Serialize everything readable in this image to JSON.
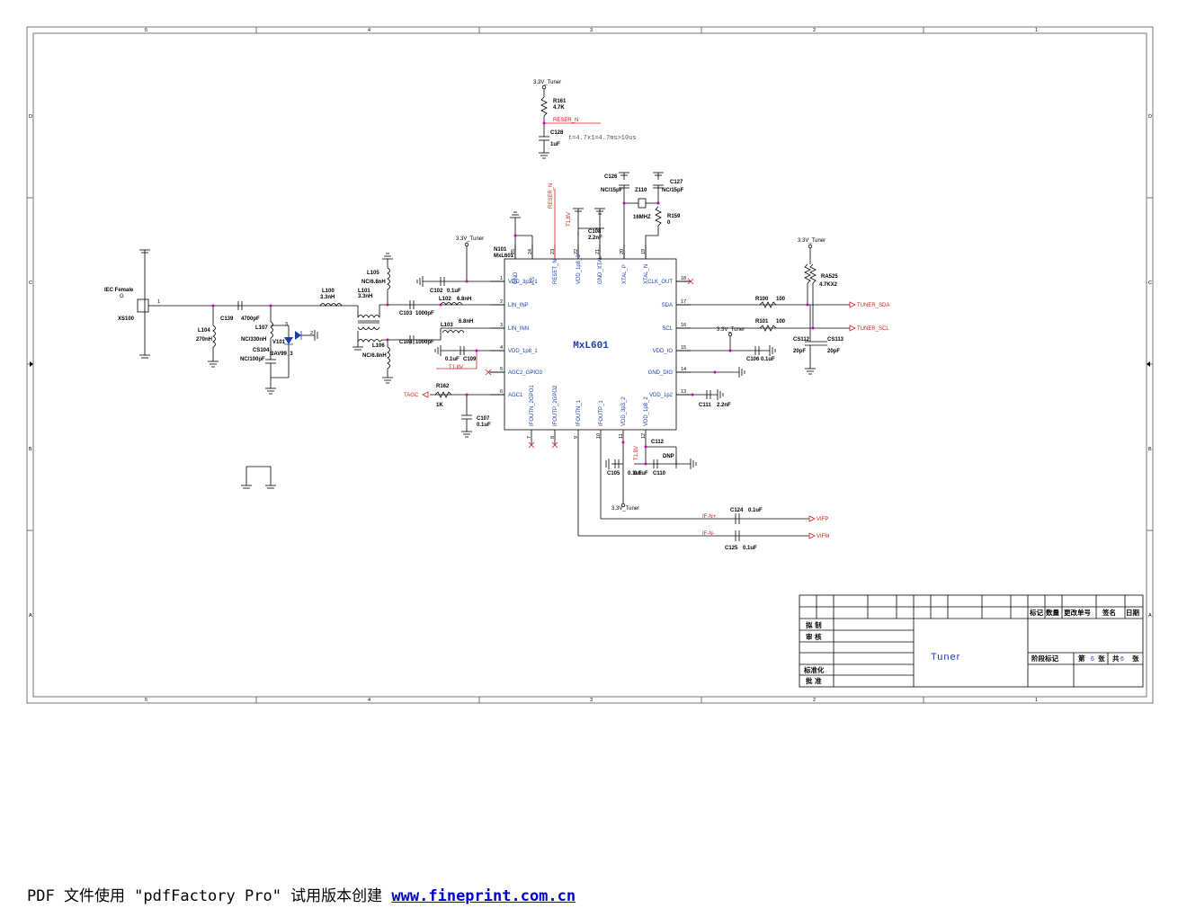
{
  "schematic": {
    "chip": {
      "name": "MxL601",
      "ref": "N101",
      "part": "MxL601"
    },
    "left_pins": [
      {
        "num": "1",
        "name": "VDD_3p3_1"
      },
      {
        "num": "2",
        "name": "LIN_INP"
      },
      {
        "num": "3",
        "name": "LIN_INN"
      },
      {
        "num": "4",
        "name": "VDD_1p8_1"
      },
      {
        "num": "5",
        "name": "AGC2_GPIO3"
      },
      {
        "num": "6",
        "name": "AGC1"
      }
    ],
    "right_pins": [
      {
        "num": "18",
        "name": "CLK_OUT"
      },
      {
        "num": "17",
        "name": "SDA"
      },
      {
        "num": "16",
        "name": "SCL"
      },
      {
        "num": "15",
        "name": "VDD_IO"
      },
      {
        "num": "14",
        "name": "GND_DIG"
      },
      {
        "num": "13",
        "name": "VDD_1p2"
      }
    ],
    "top_pins": [
      {
        "num": "25",
        "name": "GND"
      },
      {
        "num": "24",
        "name": "AS"
      },
      {
        "num": "23",
        "name": "RESET_N"
      },
      {
        "num": "22",
        "name": "VDD_1p8_3"
      },
      {
        "num": "21",
        "name": "GND_XTAL"
      },
      {
        "num": "20",
        "name": "XTAL_P"
      },
      {
        "num": "19",
        "name": "XTAL_N"
      }
    ],
    "bottom_pins": [
      {
        "num": "7",
        "name": "IFOUTN_2GPO1"
      },
      {
        "num": "8",
        "name": "IFOUTP_2GPO2"
      },
      {
        "num": "9",
        "name": "IFOUTN_1"
      },
      {
        "num": "10",
        "name": "IFOUTP_1"
      },
      {
        "num": "11",
        "name": "VDD_3p3_2"
      },
      {
        "num": "12",
        "name": "VDD_1p8_2"
      }
    ],
    "labels": {
      "supply": "3.3V_Tuner",
      "r161": "R161",
      "r161v": "4.7K",
      "reset_net": "RESER_N",
      "c128": "C128",
      "c128v": "1uF",
      "timing": "t=4.7x1=4.7ms>10us",
      "c126": "C126",
      "c126v": "NC/15pF",
      "c127": "C127",
      "c127v": "NC/15pF",
      "z110": "Z110",
      "z110v": "16MHZ",
      "r159": "R159",
      "r159v": "0",
      "c108": "C108",
      "c108v": "2.2nF",
      "reset_vert": "RESER_N",
      "t18_vert": "T1.8V",
      "ra525": "RA525",
      "ra525v": "4.7KX2",
      "r100": "R100",
      "r100v": "100",
      "r101": "R101",
      "r101v": "100",
      "tuner_sda": "TUNER_SDA",
      "tuner_scl": "TUNER_SCL",
      "c106": "C106",
      "c106v": "0.1uF",
      "cs112": "CS112",
      "cs112v": "20pF",
      "cs113": "CS113",
      "cs113v": "20pF",
      "c111": "C111",
      "c111v": "2.2nF",
      "iec": "IEC Female",
      "xs100": "XS100",
      "c139": "C139",
      "c139v": "4700pF",
      "l104": "L104",
      "l104v": "270nH",
      "l107": "L107",
      "l107v": "NC/330nH",
      "cs104": "CS104",
      "cs104v": "NC/100pF",
      "v101": "V101",
      "v101v": "BAV99_3",
      "l100": "L100",
      "l100v": "3.3nH",
      "l101": "L101",
      "l101v": "3.3nH",
      "l105": "L105",
      "l105v": "NC/6.8nH",
      "l106": "L106",
      "l106v": "NC/6.8nH",
      "c102": "C102",
      "c102v": "0.1uF",
      "l102": "L102",
      "l102v": "6.8nH",
      "c103": "C103",
      "c103v": "1000pF",
      "l103": "L103",
      "l103v": "6.8nH",
      "c104": "C104",
      "c104v": "1000pF",
      "c109": "C109",
      "c109v": "0.1uF",
      "t18": "T1.8V",
      "r162": "R162",
      "r162v": "1K",
      "tagc": "TAGC",
      "c107": "C107",
      "c107v": "0.1uF",
      "c105": "C105",
      "c105v": "0.1uF",
      "c110": "C110",
      "c110v": "0.1uF",
      "c112": "C112",
      "c112v": "DNP",
      "t18b": "T1.8V",
      "c124": "C124",
      "c124v": "0.1uF",
      "c125": "C125",
      "c125v": "0.1uF",
      "ifn": "IF-N+",
      "ifm": "IF-N-",
      "vifp": "VIFP",
      "vifm": "VIFM"
    },
    "title_block": {
      "row_labels": [
        "拟 制",
        "审 核",
        "标准化",
        "批 准"
      ],
      "header": [
        "标记",
        "数量",
        "更改单号",
        "签名",
        "日期"
      ],
      "stage": "阶段标记",
      "sheet_prefix": "第",
      "sheet_num": "6",
      "sheet_unit": "张",
      "total_prefix": "共",
      "total_num": "6",
      "total_unit": "张",
      "title": "Tuner"
    },
    "frame": {
      "cols": [
        "5",
        "4",
        "3",
        "2",
        "1"
      ],
      "rows": [
        "D",
        "C",
        "B",
        "A"
      ]
    }
  },
  "footer": {
    "text": "PDF 文件使用 \"pdfFactory Pro\" 试用版本创建",
    "link": "www.fineprint.com.cn"
  }
}
